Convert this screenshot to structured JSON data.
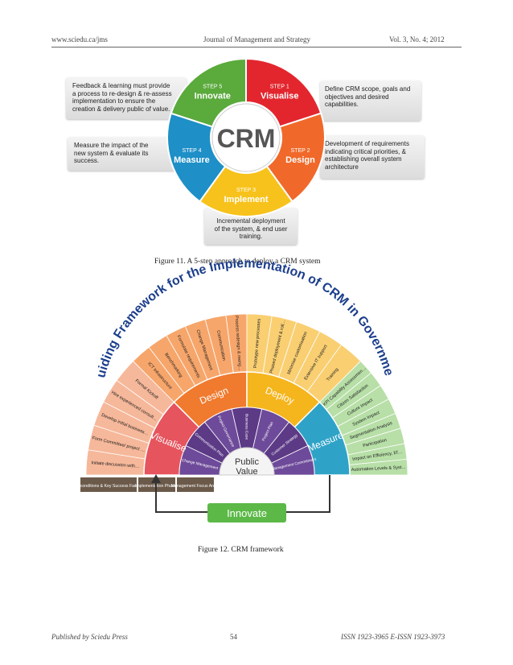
{
  "header": {
    "left": "www.sciedu.ca/jms",
    "center": "Journal of Management and Strategy",
    "right": "Vol. 3, No. 4; 2012"
  },
  "figure11": {
    "center": "CRM",
    "steps": [
      {
        "step": "STEP 1",
        "name": "Visualise",
        "color": "#e3262e"
      },
      {
        "step": "STEP 2",
        "name": "Design",
        "color": "#f0692a"
      },
      {
        "step": "STEP 3",
        "name": "Implement",
        "color": "#f7c21b"
      },
      {
        "step": "STEP 4",
        "name": "Measure",
        "color": "#1e8fc7"
      },
      {
        "step": "STEP 5",
        "name": "Innovate",
        "color": "#5aaa3c"
      }
    ],
    "box_top_left": [
      "Feedback & learning must provide",
      "a process to re-design & re-assess",
      "implementation to ensure the",
      "creation & delivery public of value."
    ],
    "box_top_right": [
      "Define CRM scope, goals and",
      "objectives and desired",
      "capabilities."
    ],
    "box_mid_left": [
      "Measure the impact  of the",
      "new system & evaluate its",
      "success."
    ],
    "box_mid_right": [
      "Development of requirements",
      "indicating critical priorities, &",
      "establishing overall system",
      "architecture"
    ],
    "box_bottom": [
      "Incremental deployment",
      "of the system, & end user",
      "training."
    ],
    "caption": "Figure 11. A 5-step approach to deploy a CRM system"
  },
  "figure12": {
    "title": "Guiding Framework for the Implementation of CRM in Government",
    "center": [
      "Public",
      "Value"
    ],
    "phases": [
      {
        "name": "Visualise",
        "color": "#e6545e"
      },
      {
        "name": "Design",
        "color": "#f07a2e"
      },
      {
        "name": "Deploy",
        "color": "#f5b51d"
      },
      {
        "name": "Measure",
        "color": "#2fa3c7"
      }
    ],
    "outer_left": [
      "Initiate discussion with key stakeholders",
      "Form Committee/ project team",
      "Develop initial business case (business needs)",
      "Hire experienced consultants",
      "Formal Kickoff"
    ],
    "outer_design": [
      "ICT Infrastructure",
      "Benchmarking",
      "Formulate requirements",
      "Change Management",
      "Communication",
      "Process redesign & reengineering"
    ],
    "outer_deploy": [
      "Prototype new processes",
      "Phased deployment & roll out",
      "Minimise customisation",
      "Extensive IT support",
      "Training"
    ],
    "outer_measure": [
      "KPI Capability Assessment",
      "Citizen Satisfaction",
      "Culture Impact",
      "System Impact",
      "Segmentation Analysis",
      "Participation",
      "Impact on Efficiency, Effectiveness",
      "Automation Levels & Systems Integration"
    ],
    "inner": [
      "Change Management",
      "Communication Plan",
      "Project Governance",
      "Business Case",
      "Project Plan",
      "Customer Strategy",
      "Management Commitment"
    ],
    "bottom_boxes": [
      "Preconditions & Key Success Factors",
      "Implementation Phases",
      "Management Focus Areas"
    ],
    "innovate": "Innovate",
    "caption": "Figure 12. CRM framework"
  },
  "footer": {
    "left": "Published by Sciedu Press",
    "center": "54",
    "right": "ISSN 1923-3965   E-ISSN 1923-3973"
  }
}
